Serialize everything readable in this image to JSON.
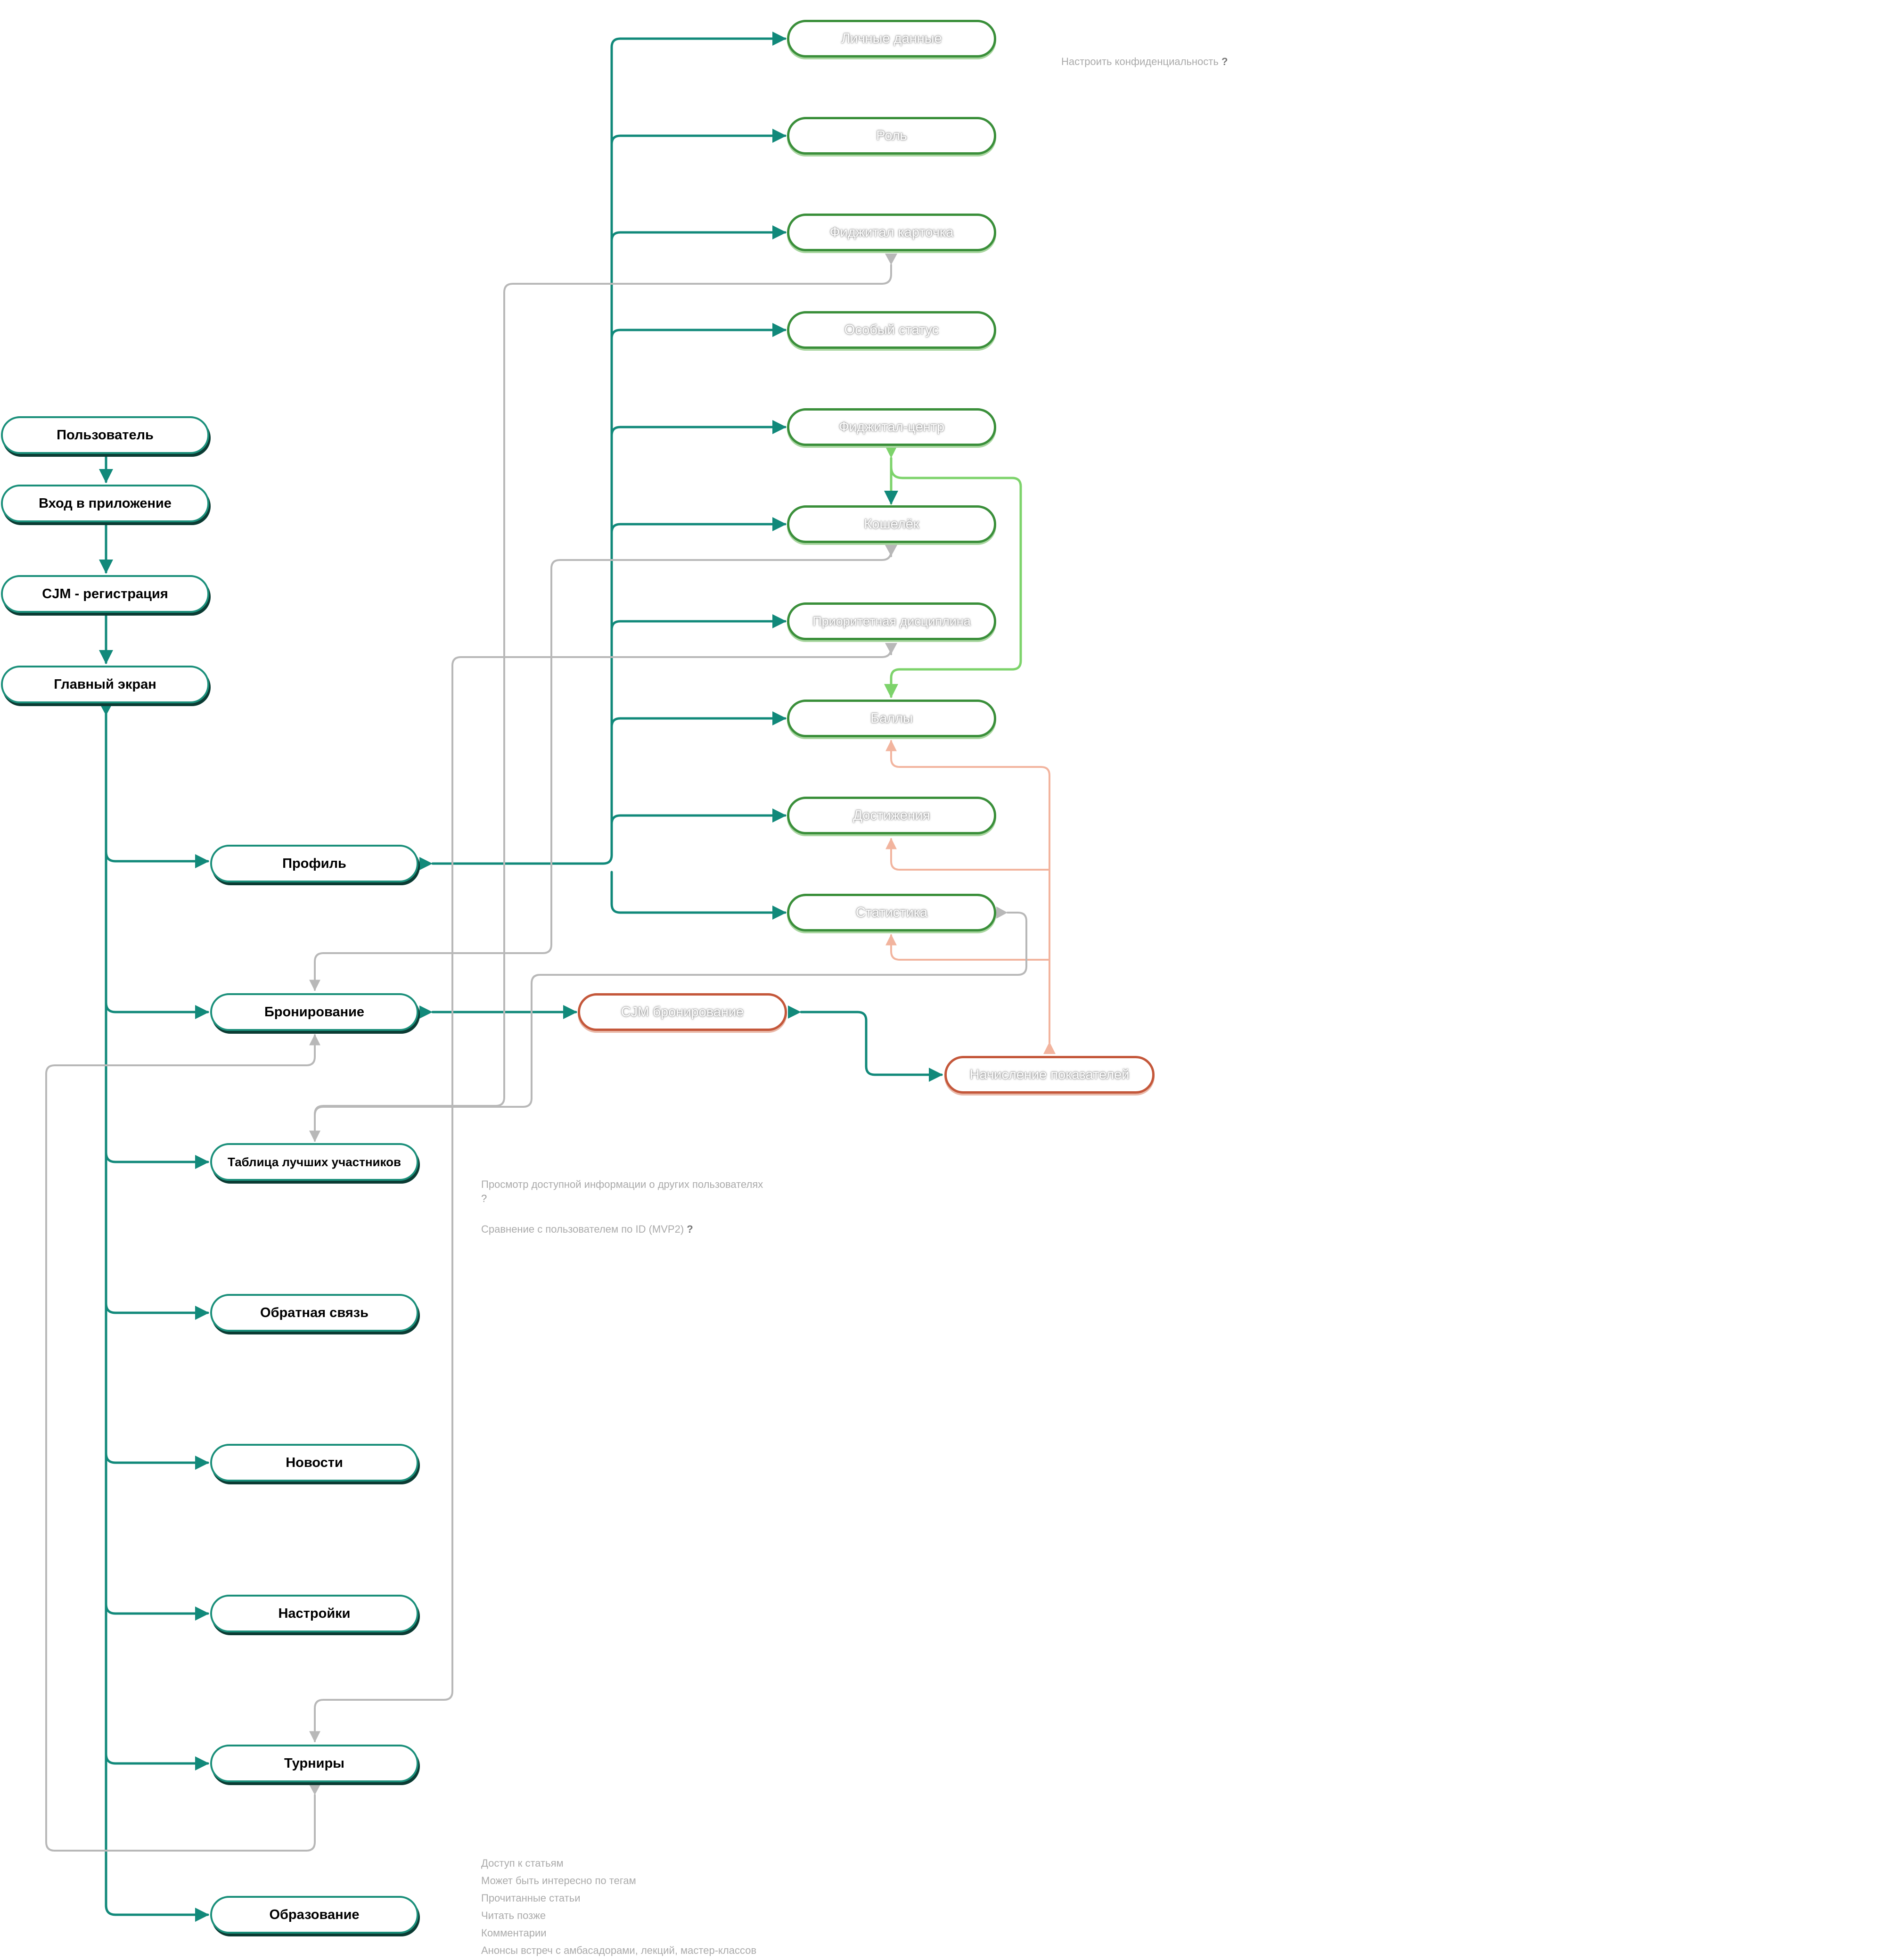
{
  "nodes": {
    "user": "Пользователь",
    "login": "Вход в приложение",
    "cjm_reg": "CJM - регистрация",
    "main": "Главный экран",
    "profile": "Профиль",
    "booking": "Бронирование",
    "leaderboard": "Таблица лучших участников",
    "feedback": "Обратная связь",
    "news": "Новости",
    "settings": "Настройки",
    "tournaments": "Турниры",
    "education": "Образование",
    "personal": "Личные данные",
    "role": "Роль",
    "card": "Фиджитал карточка",
    "status": "Особый статус",
    "center": "Фиджитал-центр",
    "wallet": "Кошелёк",
    "priority": "Приоритетная дисциплина",
    "points": "Баллы",
    "achievements": "Достижения",
    "stats": "Статистика",
    "cjm_booking": "CJM бронирование",
    "accrual": "Начисление показателей"
  },
  "notes": {
    "privacy": {
      "text": "Настроить конфиденциальность",
      "mark": "?"
    },
    "users_view": {
      "text": "Просмотр доступной информации о других пользователях",
      "mark": "?"
    },
    "compare": {
      "text": "Сравнение с пользователем по ID (MVP2)",
      "mark": "?"
    },
    "education_lines": [
      "Доступ к статьям",
      "Может быть интересно по тегам",
      "Прочитанные статьи",
      "Читать позже",
      "Комментарии",
      "Анонсы встреч с амбасадорами, лекций, мастер-классов"
    ]
  },
  "colors": {
    "teal": "#11897a",
    "gray": "#b8b8b8",
    "light_green": "#7dd36b",
    "salmon": "#f2b49e",
    "node_border_dark": "#1a8f7a",
    "node_border_green": "#3a8f3a",
    "node_border_red": "#c4573a"
  }
}
